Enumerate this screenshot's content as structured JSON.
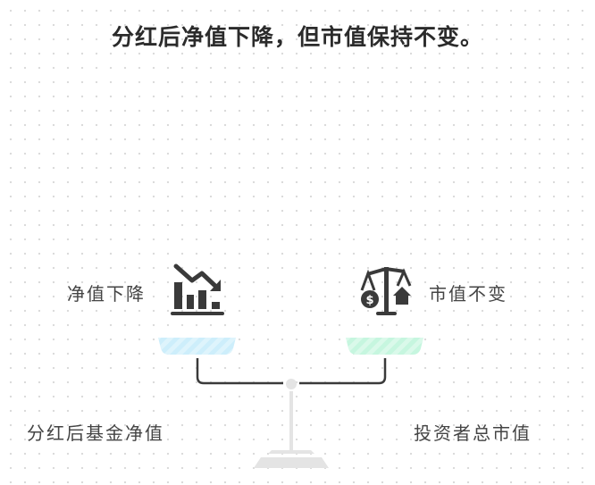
{
  "title": "分红后净值下降，但市值保持不变。",
  "left": {
    "label": "净值下降",
    "bottom_label": "分红后基金净值",
    "icon": "chart-down-icon",
    "pan_color": "#cdeefb"
  },
  "right": {
    "label": "市值不变",
    "bottom_label": "投资者总市值",
    "icon": "scale-money-house-icon",
    "pan_color": "#c6f6df"
  }
}
